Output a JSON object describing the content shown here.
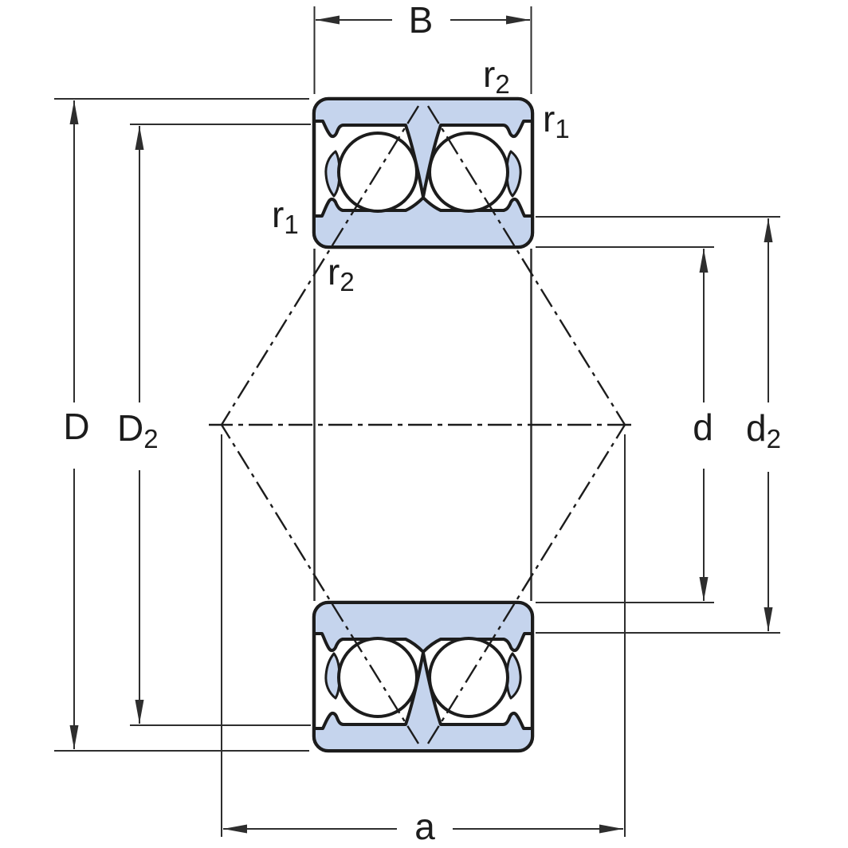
{
  "labels": {
    "width": "B",
    "outer_diameter": "D",
    "outer_shoulder_base": "D",
    "outer_shoulder_sub": "2",
    "bore_diameter": "d",
    "inner_shoulder_base": "d",
    "inner_shoulder_sub": "2",
    "pressure_center_distance": "a",
    "r1_base": "r",
    "r1_sub": "1",
    "r2_base": "r",
    "r2_sub": "2"
  },
  "colors": {
    "ring_fill": "#c5d4ed",
    "outline": "#1c1c1c",
    "dim_line": "#2e2e2e",
    "background": "#ffffff"
  }
}
